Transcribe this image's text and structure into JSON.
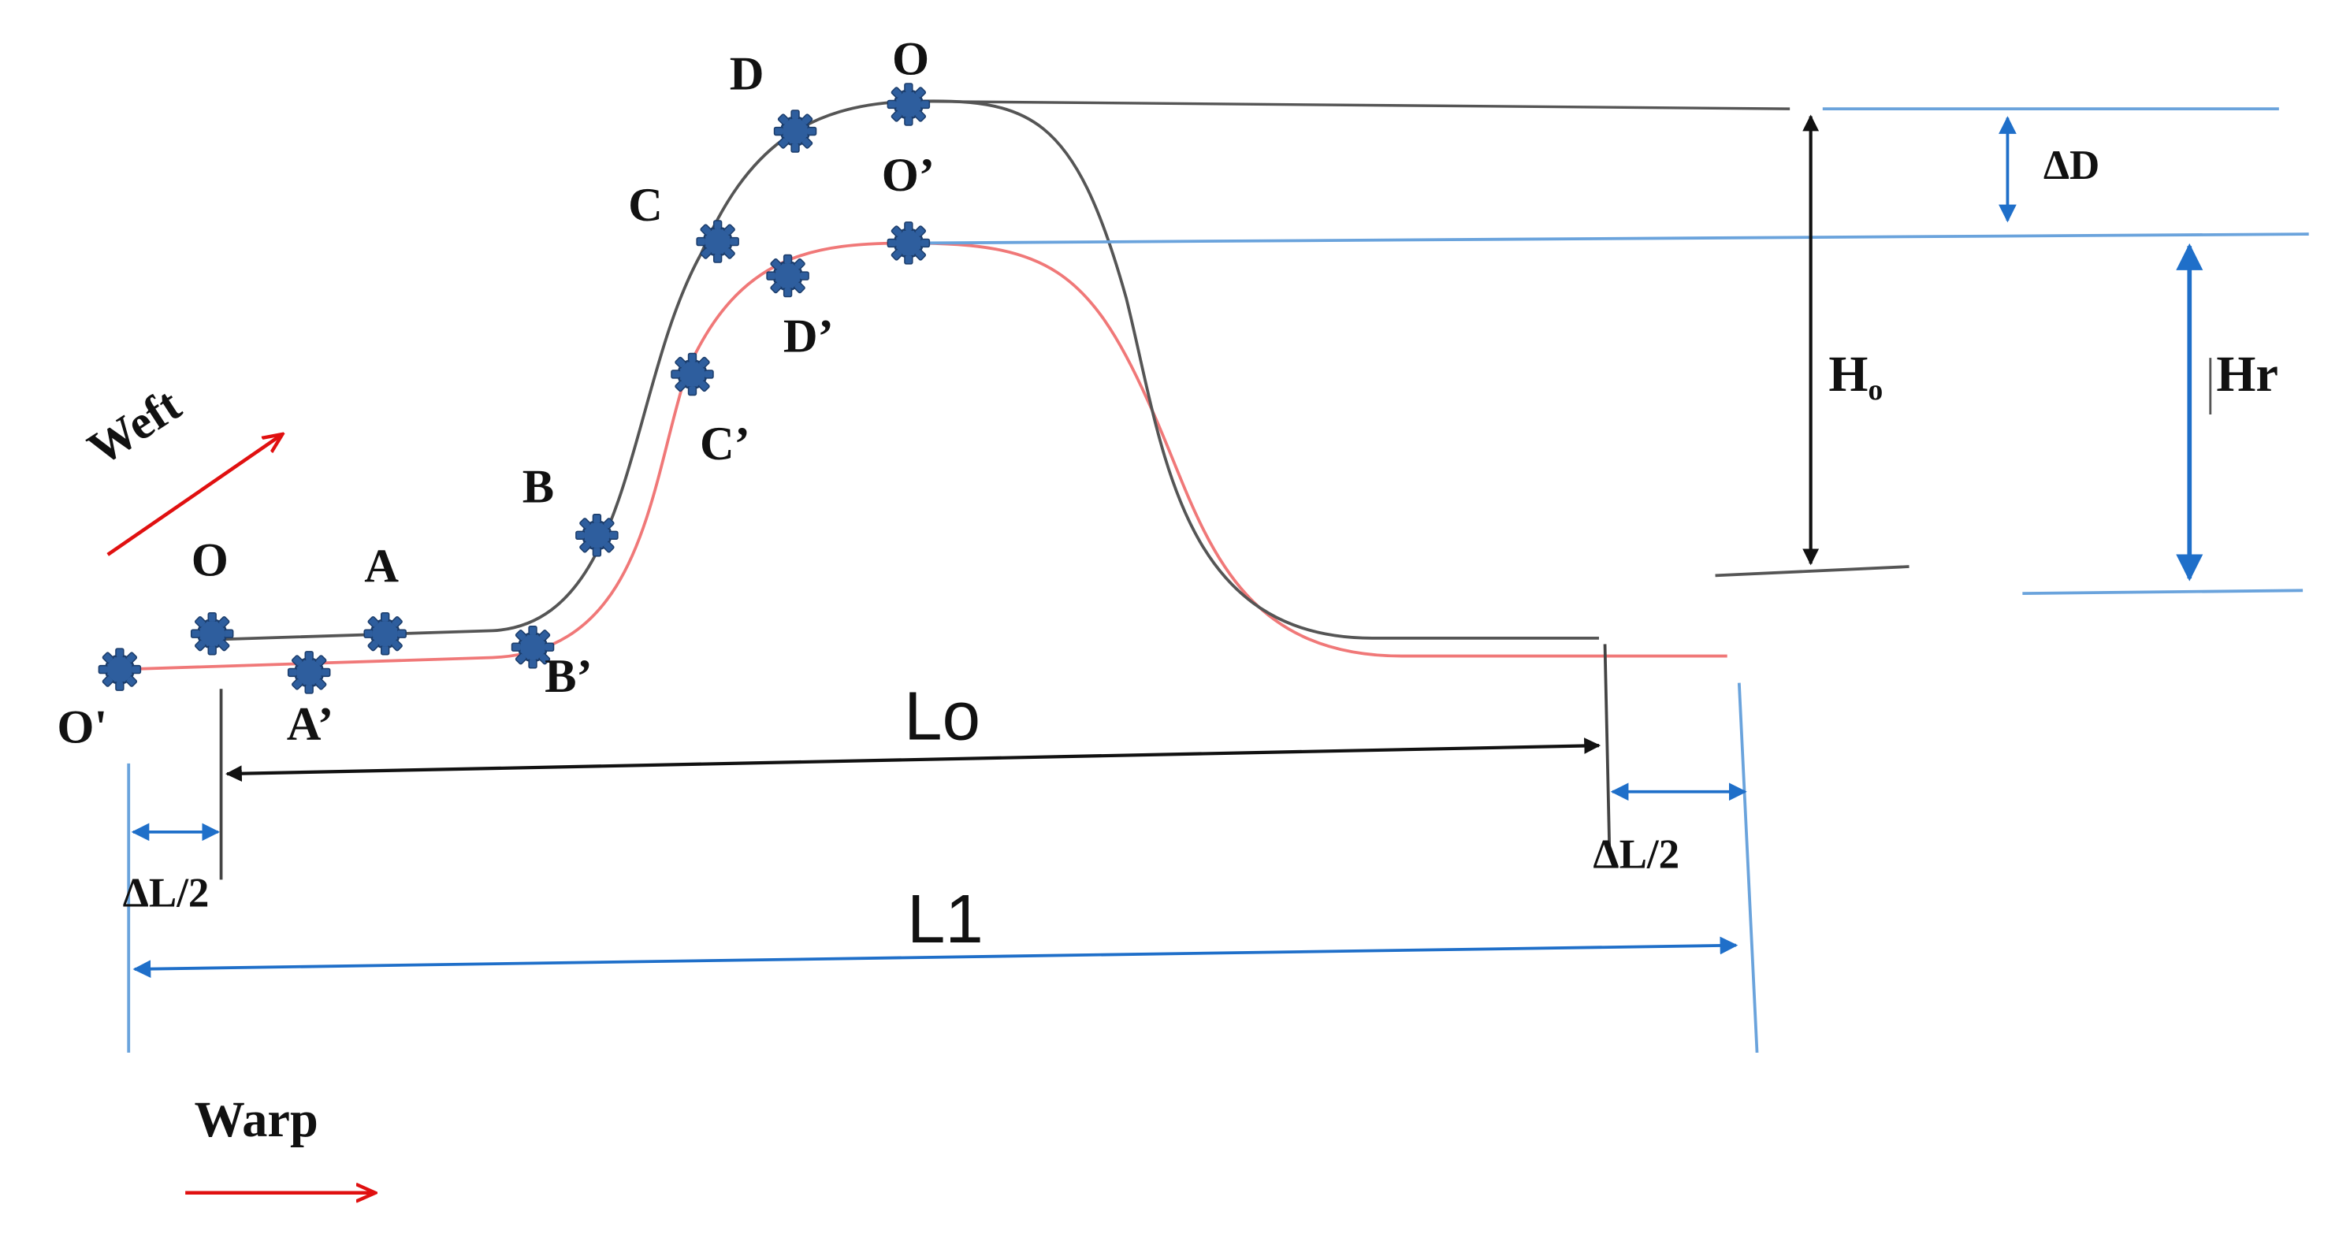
{
  "labels": {
    "weft": "Weft",
    "warp": "Warp",
    "o_top": "O",
    "o_left": "O",
    "o_prime_top": "O’",
    "o_prime_left": "O'",
    "a": "A",
    "a_prime": "A’",
    "b": "B",
    "b_prime": "B’",
    "c": "C",
    "c_prime": "C’",
    "d": "D",
    "d_prime": "D’",
    "delta_d": "ΔD",
    "h0_main": "H",
    "h0_sub": "o",
    "hr": "Hr",
    "lo": "Lo",
    "l1": "L1",
    "delta_l_left": "ΔL/2",
    "delta_l_right": "ΔL/2"
  },
  "colors": {
    "original_curve": "#555555",
    "relaxed_curve": "#f07878",
    "dimension_black": "#111111",
    "dimension_blue": "#1f6fc9",
    "guide_line_blue": "#6aa3dc",
    "direction_arrow": "#e01010",
    "marker_fill": "#2e5e9e",
    "marker_stroke": "#1b3c6a"
  }
}
